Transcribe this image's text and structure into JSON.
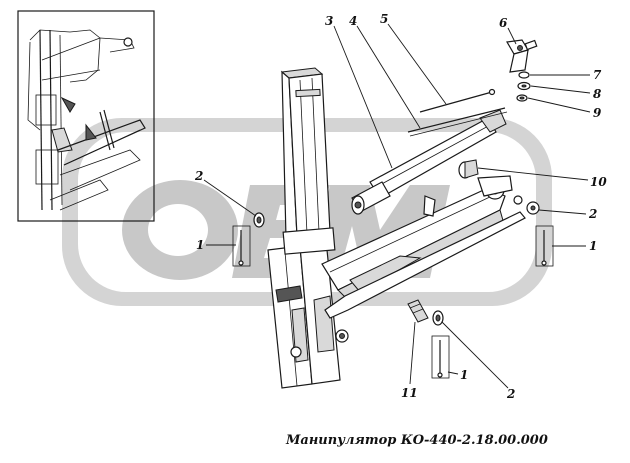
{
  "caption": "Манипулятор КО-440-2.18.00.000",
  "watermark": {
    "text": "ОЕМ",
    "color": "#c8c8c8"
  },
  "callouts": [
    {
      "id": "c3",
      "label": "3"
    },
    {
      "id": "c4",
      "label": "4"
    },
    {
      "id": "c5",
      "label": "5"
    },
    {
      "id": "c6",
      "label": "6"
    },
    {
      "id": "c7",
      "label": "7"
    },
    {
      "id": "c8",
      "label": "8"
    },
    {
      "id": "c9",
      "label": "9"
    },
    {
      "id": "c10",
      "label": "10"
    },
    {
      "id": "c2a",
      "label": "2"
    },
    {
      "id": "c1a",
      "label": "1"
    },
    {
      "id": "c2b",
      "label": "2"
    },
    {
      "id": "c1b",
      "label": "1"
    },
    {
      "id": "c1c",
      "label": "1"
    },
    {
      "id": "c2c",
      "label": "2"
    },
    {
      "id": "c11",
      "label": "11"
    }
  ]
}
